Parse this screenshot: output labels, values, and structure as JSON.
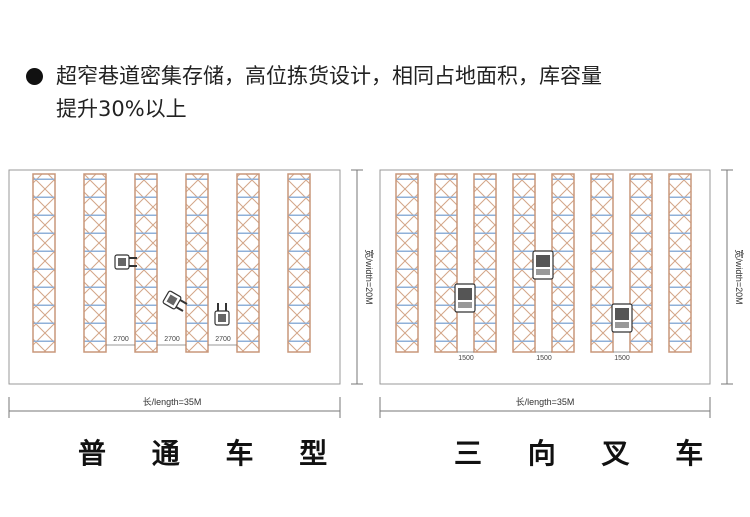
{
  "headline": {
    "line1": "超窄巷道密集存储，高位拣货设计，相同占地面积，库容量",
    "line2": "提升30%以上"
  },
  "left_panel": {
    "caption": "普 通 车 型",
    "length_label": "长/length=35M",
    "width_label": "宽/width=20M",
    "aisle_labels": [
      "2700",
      "2700",
      "2700"
    ]
  },
  "right_panel": {
    "caption": "三 向 叉 车",
    "length_label": "长/length=35M",
    "width_label": "宽/width=20M",
    "aisle_labels": [
      "1500",
      "1500",
      "1500"
    ]
  },
  "colors": {
    "rack_upright": "#c9977a",
    "rack_beam": "#8fb0d8",
    "outline": "#888888",
    "dimension_line": "#777777"
  },
  "icons": [
    "bullet-dot-icon",
    "forklift-icon",
    "turret-truck-icon"
  ]
}
